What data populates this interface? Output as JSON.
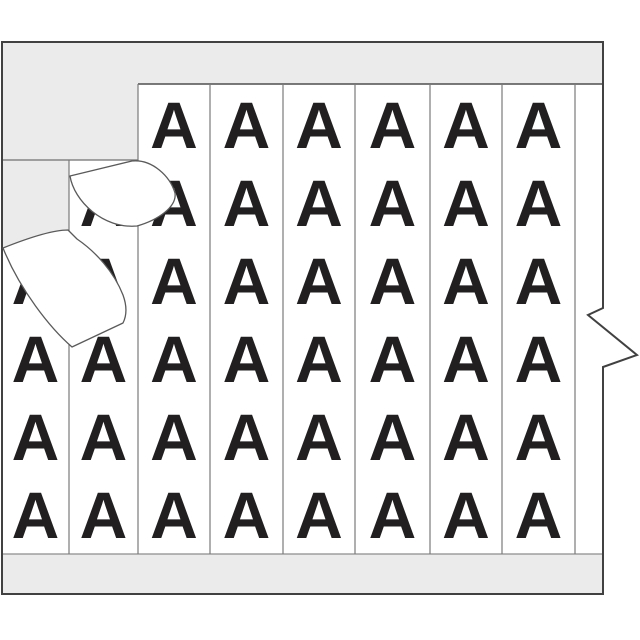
{
  "illustration": {
    "type": "wire-marker-card",
    "alt_text": "Card of peel-off wire marker labels printed with the letter A; two blank labels are peeling off the upper-left corner; a pull-tab arrow notch protrudes from the right edge."
  },
  "grid": {
    "letter": "A",
    "columns": 8,
    "rows": 6,
    "missing_cells": [
      {
        "col": 1,
        "row": 1
      },
      {
        "col": 1,
        "row": 2
      },
      {
        "col": 2,
        "row": 1
      }
    ]
  },
  "peeled_labels": {
    "count": 2,
    "face_text": ""
  },
  "colors": {
    "page_background": "#ffffff",
    "card_fill": "#ffffff",
    "liner_gray": "#ebebeb",
    "border_dark": "#414141",
    "divider_gray": "#7a7a7a",
    "band_line_gray": "#8c8c8c",
    "sticker_outline": "#5a5a5a",
    "letter_color": "#221f20"
  }
}
